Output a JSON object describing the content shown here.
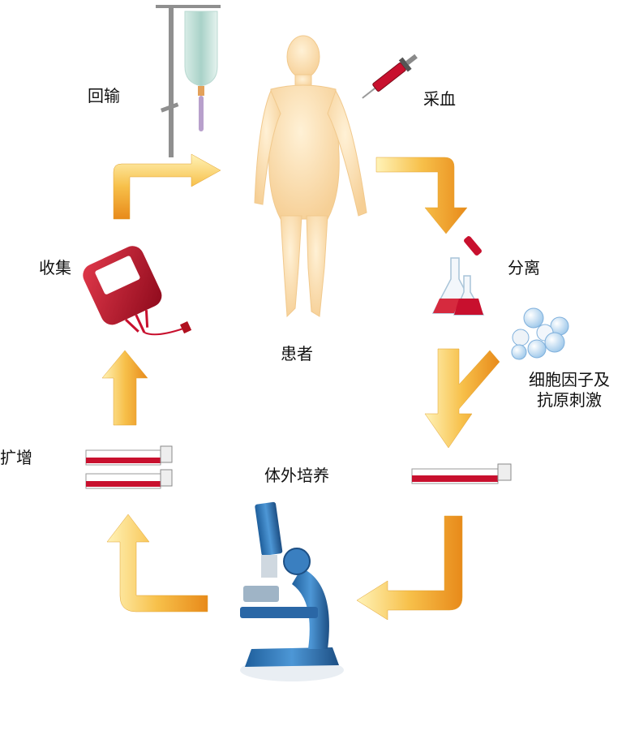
{
  "labels": {
    "reinfusion": "回输",
    "blood_draw": "采血",
    "collection": "收集",
    "separation": "分离",
    "patient": "患者",
    "stimulation_line1": "细胞因子及",
    "stimulation_line2": "抗原刺激",
    "expansion": "扩增",
    "in_vitro_culture": "体外培养"
  },
  "colors": {
    "arrow_light": "#fff2b0",
    "arrow_mid": "#f6b93b",
    "arrow_dark": "#e88a1a",
    "blood_red": "#c8102e",
    "skin": "#fde3b8",
    "microscope_blue": "#2f6fae",
    "iv_pole_gray": "#9a9a9a"
  },
  "icons": [
    "iv-drip-icon",
    "syringe-icon",
    "human-figure-icon",
    "flask-icon",
    "molecule-cluster-icon",
    "blood-bag-icon",
    "culture-tube-icon",
    "microscope-icon"
  ]
}
